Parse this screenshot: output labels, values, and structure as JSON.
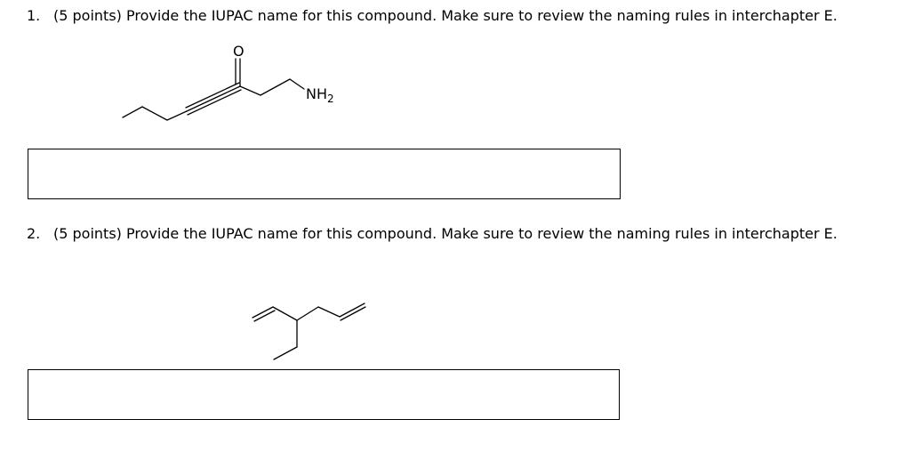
{
  "questions": [
    {
      "number": "1.",
      "text": "(5 points) Provide the IUPAC name for this compound.  Make sure to review the naming rules in interchapter E.",
      "structure": {
        "oxygen_label": "O",
        "amine_label": "NH",
        "amine_subscript": "2"
      },
      "answer": ""
    },
    {
      "number": "2.",
      "text": "(5 points) Provide the IUPAC name for this compound.  Make sure to review the naming rules in interchapter E.",
      "answer": ""
    }
  ]
}
